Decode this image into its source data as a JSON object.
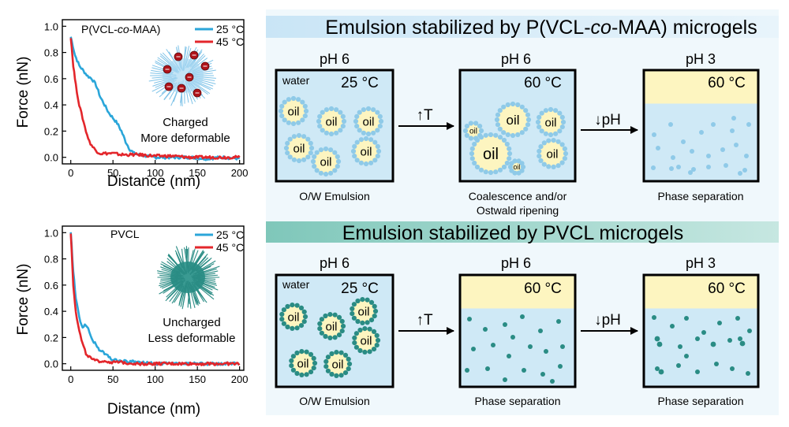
{
  "chart_data": [
    {
      "type": "line",
      "title": "",
      "label": "P(VCL-co-MAA)",
      "xlabel": "Distance (nm)",
      "ylabel": "Force (nN)",
      "xlim": [
        -10,
        205
      ],
      "ylim": [
        -0.05,
        1.05
      ],
      "xticks": [
        "0",
        "50",
        "100",
        "150",
        "200"
      ],
      "yticks": [
        "0.0",
        "0.2",
        "0.4",
        "0.6",
        "0.8",
        "1.0"
      ],
      "legend": "top-right",
      "note": [
        "Charged",
        "More deformable"
      ],
      "series": [
        {
          "name": "25 °C",
          "color": "#2ba6d9",
          "x": [
            0,
            5,
            10,
            15,
            20,
            25,
            30,
            35,
            40,
            45,
            50,
            55,
            60,
            65,
            70,
            75,
            80,
            90,
            100,
            120,
            140,
            160,
            180,
            200
          ],
          "y": [
            0.92,
            0.78,
            0.7,
            0.66,
            0.62,
            0.6,
            0.55,
            0.46,
            0.4,
            0.34,
            0.3,
            0.26,
            0.2,
            0.12,
            0.06,
            0.03,
            0.02,
            0.01,
            0.0,
            0.0,
            0.0,
            -0.01,
            0.0,
            -0.01
          ]
        },
        {
          "name": "45 °C",
          "color": "#e3262b",
          "x": [
            0,
            3,
            6,
            10,
            14,
            18,
            22,
            26,
            30,
            35,
            40,
            50,
            60,
            80,
            100,
            120,
            140,
            160,
            180,
            200
          ],
          "y": [
            0.92,
            0.7,
            0.55,
            0.4,
            0.3,
            0.2,
            0.12,
            0.08,
            0.05,
            0.03,
            0.03,
            0.03,
            0.02,
            0.02,
            0.01,
            0.01,
            0.0,
            0.0,
            0.0,
            0.0
          ]
        }
      ]
    },
    {
      "type": "line",
      "title": "",
      "label": "PVCL",
      "xlabel": "Distance (nm)",
      "ylabel": "Force (nN)",
      "xlim": [
        -10,
        205
      ],
      "ylim": [
        -0.05,
        1.05
      ],
      "xticks": [
        "0",
        "50",
        "100",
        "150",
        "200"
      ],
      "yticks": [
        "0.0",
        "0.2",
        "0.4",
        "0.6",
        "0.8",
        "1.0"
      ],
      "legend": "top-right",
      "note": [
        "Uncharged",
        "Less deformable"
      ],
      "series": [
        {
          "name": "25 °C",
          "color": "#2ba6d9",
          "x": [
            0,
            3,
            6,
            10,
            14,
            18,
            22,
            26,
            30,
            35,
            40,
            45,
            50,
            60,
            80,
            100,
            120,
            150,
            200
          ],
          "y": [
            1.0,
            0.7,
            0.5,
            0.35,
            0.28,
            0.3,
            0.24,
            0.18,
            0.14,
            0.1,
            0.08,
            0.05,
            0.03,
            0.02,
            0.01,
            0.0,
            0.0,
            0.0,
            0.0
          ]
        },
        {
          "name": "45 °C",
          "color": "#e3262b",
          "x": [
            0,
            3,
            6,
            10,
            14,
            18,
            22,
            26,
            30,
            40,
            50,
            60,
            80,
            100,
            150,
            200
          ],
          "y": [
            1.0,
            0.6,
            0.4,
            0.25,
            0.15,
            0.08,
            0.05,
            0.03,
            0.02,
            0.02,
            0.01,
            0.01,
            0.0,
            0.0,
            0.0,
            0.0
          ]
        }
      ]
    }
  ],
  "diagram": {
    "rows": [
      {
        "header": "Emulsion stabilized by P(VCL-co-MAA) microgels",
        "header_parts": {
          "before": "Emulsion stabilized by P(VCL-",
          "italic": "co",
          "after": "-MAA) microgels"
        },
        "shell_color": "#8fcae8",
        "panels": [
          {
            "ph": "pH 6",
            "temp": "25 °C",
            "water": "water",
            "caption": [
              "O/W Emulsion"
            ]
          },
          {
            "ph": "pH 6",
            "temp": "60 °C",
            "caption": [
              "Coalescence and/or",
              "Ostwald ripening"
            ]
          },
          {
            "ph": "pH 3",
            "temp": "60 °C",
            "caption": [
              "Phase separation"
            ]
          }
        ],
        "arrows": [
          "↑T",
          "↓pH"
        ]
      },
      {
        "header": "Emulsion stabilized by PVCL microgels",
        "shell_color": "#2a8c84",
        "panels": [
          {
            "ph": "pH 6",
            "temp": "25 °C",
            "water": "water",
            "caption": [
              "O/W Emulsion"
            ]
          },
          {
            "ph": "pH 6",
            "temp": "60 °C",
            "caption": [
              "Phase separation"
            ]
          },
          {
            "ph": "pH 3",
            "temp": "60 °C",
            "caption": [
              "Phase separation"
            ]
          }
        ],
        "arrows": [
          "↑T",
          "↓pH"
        ]
      }
    ],
    "oil_label": "oil"
  },
  "colors": {
    "water": "#cfe9f6",
    "oil": "#fdf5c0",
    "band_top": "#cfe8f7",
    "band_bottom": "#8fcfc4",
    "red": "#e3262b",
    "blue": "#2ba6d9"
  }
}
